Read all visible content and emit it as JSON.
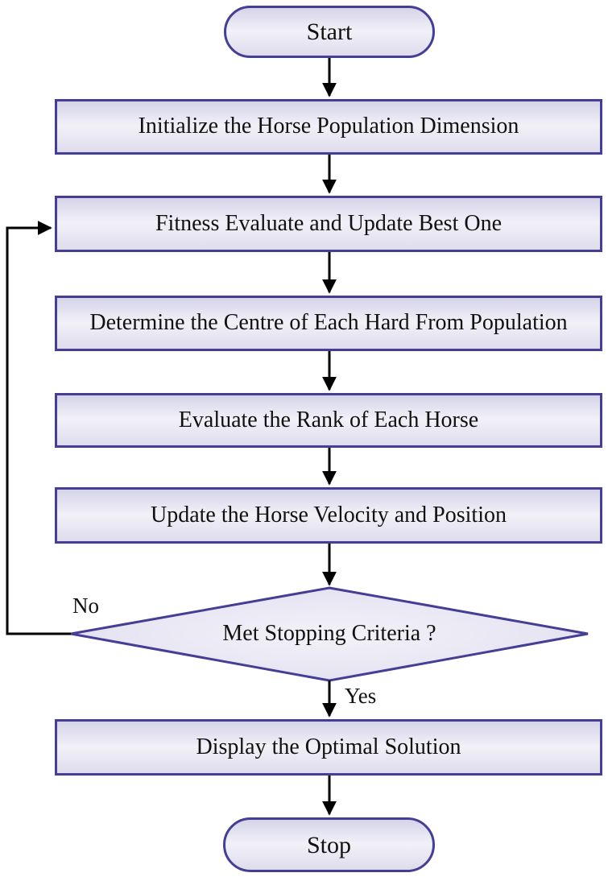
{
  "flowchart": {
    "nodes": {
      "start": "Start",
      "step1": "Initialize the Horse Population Dimension",
      "step2": "Fitness Evaluate and Update Best One",
      "step3": "Determine the Centre of Each Hard From Population",
      "step4": "Evaluate the Rank of Each Horse",
      "step5": "Update the Horse Velocity and Position",
      "decision": "Met Stopping Criteria ?",
      "step6": "Display the Optimal Solution",
      "stop": "Stop"
    },
    "edge_labels": {
      "no": "No",
      "yes": "Yes"
    },
    "colors": {
      "node_border": "#453e95",
      "node_fill_light": "#f2f1f8",
      "node_fill_dark": "#d5d3e8",
      "connector": "#000000",
      "text": "#111111",
      "background": "#ffffff"
    }
  }
}
